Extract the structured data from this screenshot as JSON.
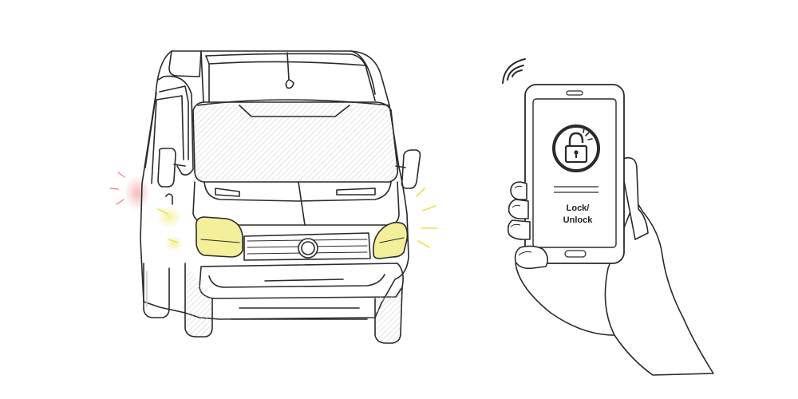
{
  "phone": {
    "button_line1": "Lock/",
    "button_line2": "Unlock",
    "lock_icon": "padlock-icon",
    "signal_icon": "wireless-signal-icon"
  },
  "van": {
    "icon": "van-illustration"
  },
  "colors": {
    "line": "#2a2a2a",
    "headlight_glow": "#f3ef9a",
    "tail_glow": "#f2a2a2",
    "ray_yellow": "#f0e24a",
    "ray_red": "#f08a8a"
  }
}
